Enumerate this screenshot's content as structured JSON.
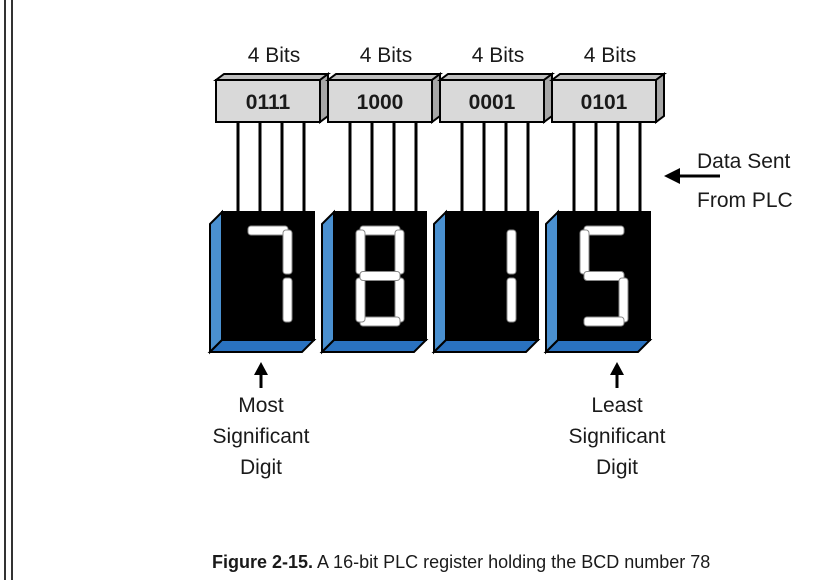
{
  "register": {
    "nibbles": [
      {
        "bits_label": "4 Bits",
        "value": "0111",
        "digit": 7
      },
      {
        "bits_label": "4 Bits",
        "value": "1000",
        "digit": 8
      },
      {
        "bits_label": "4 Bits",
        "value": "0001",
        "digit": 1
      },
      {
        "bits_label": "4 Bits",
        "value": "0101",
        "digit": 5
      }
    ]
  },
  "annotations": {
    "data_sent_line1": "Data Sent",
    "data_sent_line2": "From PLC",
    "msd_lines": [
      "Most",
      "Significant",
      "Digit"
    ],
    "lsd_lines": [
      "Least",
      "Significant",
      "Digit"
    ]
  },
  "caption": {
    "label": "Figure 2-15.",
    "text": "A 16-bit PLC register holding the BCD number 78"
  },
  "colors": {
    "register_fill": "#d9d9d9",
    "display_body": "#000000",
    "display_side": "#4a90d0",
    "display_bottom": "#2a72c0",
    "segment_on": "#ffffff"
  }
}
